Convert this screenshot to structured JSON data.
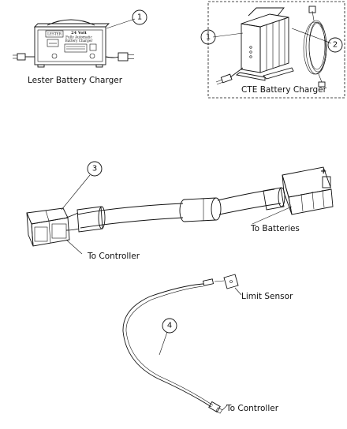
{
  "labels": {
    "lester": "Lester Battery Charger",
    "cte": "CTE Battery Charger",
    "to_batteries": "To Batteries",
    "to_controller_cable": "To Controller",
    "limit_sensor": "Limit Sensor",
    "to_controller_harness": "To Controller"
  },
  "callouts": {
    "lester_charger": "1",
    "cte_charger": "1",
    "power_cord": "2",
    "battery_cable": "3",
    "harness": "4"
  },
  "charger_plate": {
    "brand": "LESTER",
    "line1": "24 Volt",
    "line2": "Fully Automatic",
    "line3": "Battery Charger"
  },
  "battery_connector_marks": {
    "plus": "+",
    "minus": "−"
  }
}
